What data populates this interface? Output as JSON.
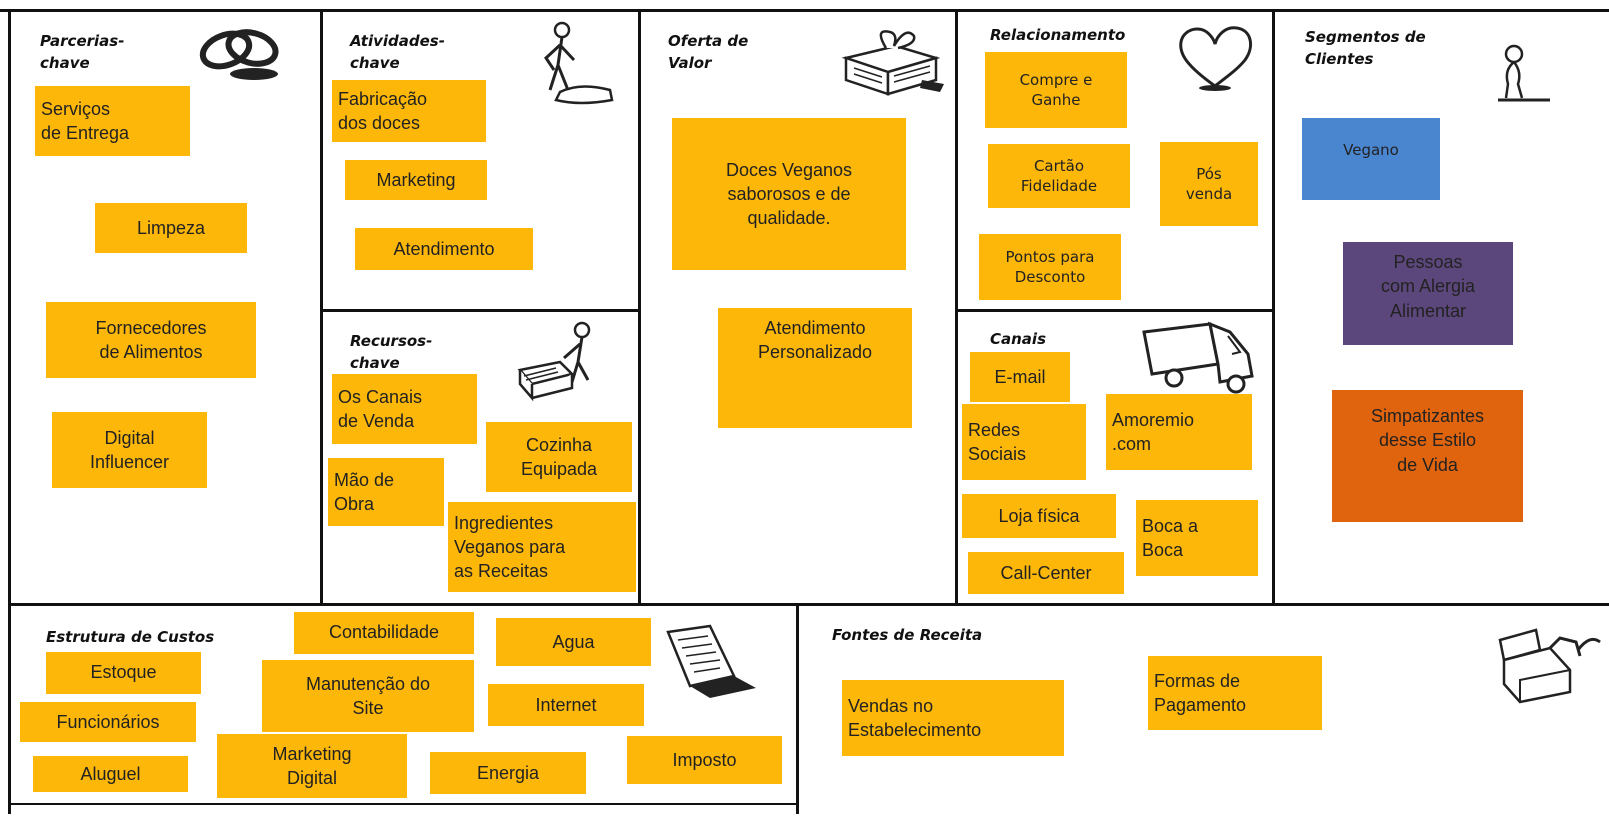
{
  "headers": {
    "parcerias": "Parcerias-\nchave",
    "atividades": "Atividades-\nchave",
    "oferta": "Oferta de\nValor",
    "relacionamento": "Relacionamento",
    "segmentos": "Segmentos de\nClientes",
    "recursos": "Recursos-\nchave",
    "canais": "Canais",
    "custos": "Estrutura de Custos",
    "receita": "Fontes de Receita"
  },
  "notes": {
    "parcerias": [
      "Serviços\nde Entrega",
      "Limpeza",
      "Fornecedores\nde Alimentos",
      "Digital\nInfluencer"
    ],
    "atividades": [
      "Fabricação\ndos doces",
      "Marketing",
      "Atendimento"
    ],
    "recursos": [
      "Os Canais\nde Venda",
      "Cozinha\nEquipada",
      "Mão de\nObra",
      "Ingredientes\nVeganos para\nas Receitas"
    ],
    "oferta": [
      "Doces Veganos\nsaborosos e de\nqualidade.",
      "Atendimento\nPersonalizado"
    ],
    "relacionamento": [
      "Compre e\nGanhe",
      "Cartão\nFidelidade",
      "Pós\nvenda",
      "Pontos para\nDesconto"
    ],
    "canais": [
      "E-mail",
      "Redes\nSociais",
      "Amoremio\n.com",
      "Loja física",
      "Boca a\nBoca",
      "Call-Center"
    ],
    "segmentos": [
      "Vegano",
      "Pessoas\ncom Alergia\nAlimentar",
      "Simpatizantes\ndesse Estilo\nde Vida"
    ],
    "custos": [
      "Contabilidade",
      "Agua",
      "Estoque",
      "Manutenção do\nSite",
      "Internet",
      "Funcionários",
      "Marketing\nDigital",
      "Imposto",
      "Aluguel",
      "Energia"
    ],
    "receita": [
      "Vendas no\nEstabelecimento",
      "Formas de\nPagamento"
    ]
  },
  "colors": {
    "sticky": "#fdb709",
    "vegano": "#4a86d0",
    "alergia": "#5c477c",
    "simpatizantes": "#e0640e",
    "grid": "#111111"
  },
  "icons": [
    "chain-link-icon",
    "worker-icon",
    "gift-box-icon",
    "heart-icon",
    "person-icon",
    "worker-with-cart-icon",
    "truck-icon",
    "document-icon",
    "cash-register-icon"
  ]
}
